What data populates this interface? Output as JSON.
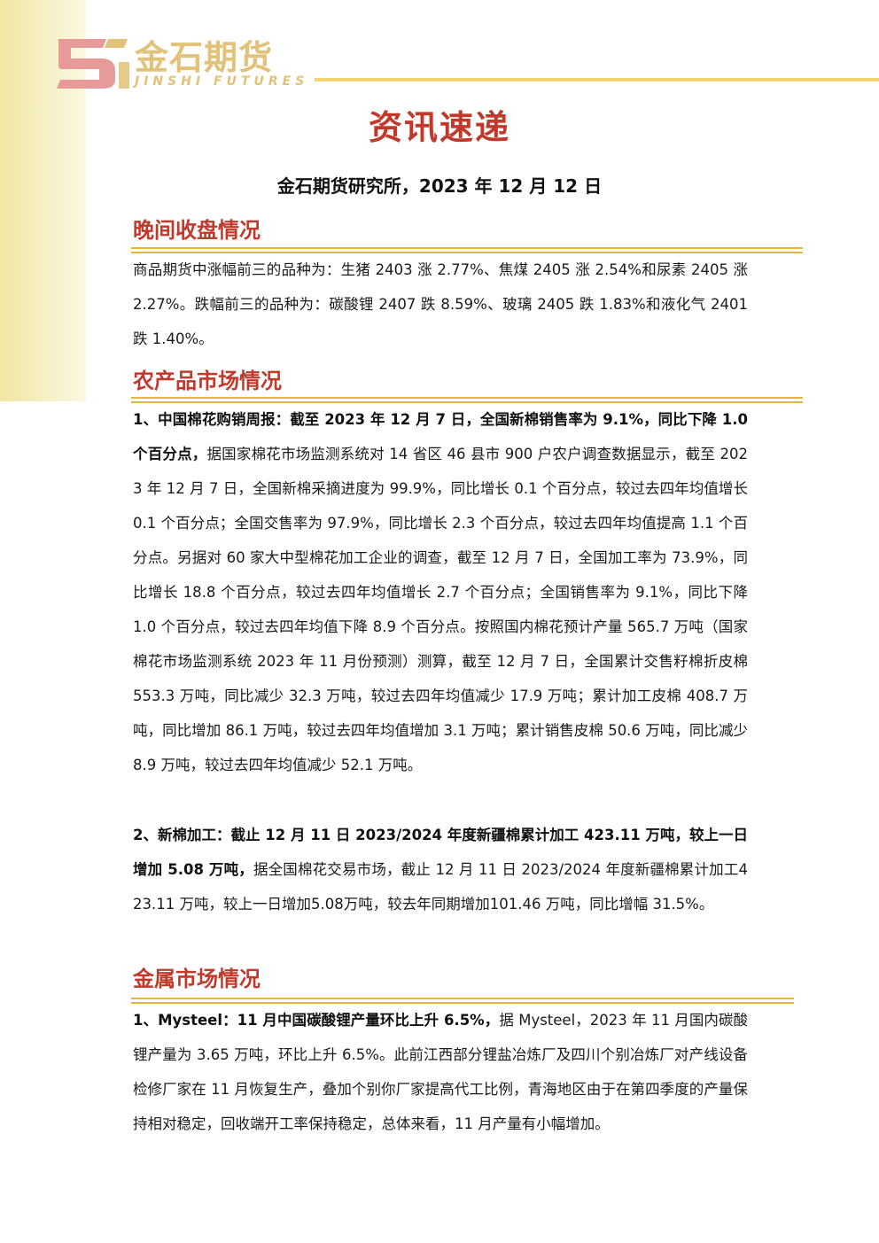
{
  "header": {
    "logo_cn": "金石期货",
    "logo_en": "JINSHI FUTURES",
    "title": "资讯速递",
    "subtitle": "金石期货研究所，2023 年 12 月 12 日"
  },
  "colors": {
    "accent_red": "#c0392b",
    "gold": "#e8b53c",
    "logo_pink": "#e79a9a",
    "side_band": "#f0e7a0"
  },
  "sections": [
    {
      "heading": "晚间收盘情况",
      "paragraphs": [
        {
          "lead": "",
          "text": "商品期货中涨幅前三的品种为：生猪 2403 涨 2.77%、焦煤 2405 涨 2.54%和尿素 2405 涨 2.27%。跌幅前三的品种为：碳酸锂 2407 跌 8.59%、玻璃 2405 跌 1.83%和液化气 2401 跌 1.40%。"
        }
      ]
    },
    {
      "heading": "农产品市场情况",
      "paragraphs": [
        {
          "lead": "1、中国棉花购销周报：截至 2023 年 12 月 7 日，全国新棉销售率为 9.1%，同比下降 1.0 个百分点，",
          "text": "据国家棉花市场监测系统对 14 省区 46 县市 900 户农户调查数据显示，截至 2023 年 12 月 7 日，全国新棉采摘进度为 99.9%，同比增长 0.1 个百分点，较过去四年均值增长 0.1 个百分点；全国交售率为 97.9%，同比增长 2.3 个百分点，较过去四年均值提高 1.1 个百分点。另据对 60 家大中型棉花加工企业的调查，截至 12 月 7 日，全国加工率为 73.9%，同比增长 18.8 个百分点，较过去四年均值增长 2.7 个百分点；全国销售率为 9.1%，同比下降 1.0 个百分点，较过去四年均值下降 8.9 个百分点。按照国内棉花预计产量 565.7 万吨（国家棉花市场监测系统 2023 年 11 月份预测）测算，截至 12 月 7 日，全国累计交售籽棉折皮棉 553.3 万吨，同比减少 32.3 万吨，较过去四年均值减少 17.9 万吨；累计加工皮棉 408.7 万吨，同比增加 86.1 万吨，较过去四年均值增加 3.1 万吨；累计销售皮棉 50.6 万吨，同比减少 8.9 万吨，较过去四年均值减少 52.1 万吨。"
        },
        {
          "lead": "2、新棉加工：截止 12 月 11 日 2023/2024 年度新疆棉累计加工 423.11 万吨，较上一日增加 5.08 万吨，",
          "text": "据全国棉花交易市场，截止 12 月 11 日 2023/2024 年度新疆棉累计加工423.11 万吨，较上一日增加5.08万吨，较去年同期增加101.46 万吨，同比增幅 31.5%。"
        }
      ]
    },
    {
      "heading": "金属市场情况",
      "paragraphs": [
        {
          "lead": "1、Mysteel：11 月中国碳酸锂产量环比上升 6.5%，",
          "text": "据 Mysteel，2023 年 11 月国内碳酸锂产量为 3.65 万吨，环比上升 6.5%。此前江西部分锂盐冶炼厂及四川个别冶炼厂对产线设备检修厂家在 11 月恢复生产，叠加个别你厂家提高代工比例，青海地区由于在第四季度的产量保持相对稳定，回收端开工率保持稳定，总体来看，11 月产量有小幅增加。"
        }
      ]
    }
  ]
}
